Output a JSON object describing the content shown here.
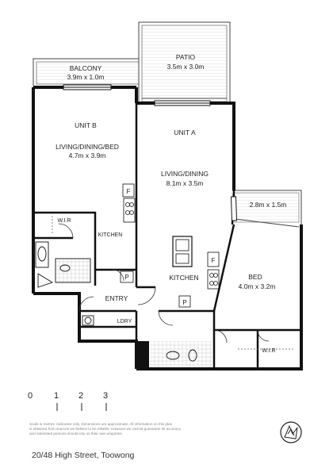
{
  "rooms": {
    "balcony": {
      "name": "BALCONY",
      "dims": "3.9m x 1.0m"
    },
    "patio": {
      "name": "PATIO",
      "dims": "3.5m x 3.0m"
    },
    "unit_b": "UNIT B",
    "unit_b_living": {
      "name": "LIVING/DINING/BED",
      "dims": "4.7m x 3.9m"
    },
    "unit_a": "UNIT A",
    "unit_a_living": {
      "name": "LIVING/DINING",
      "dims": "8.1m x 3.5m"
    },
    "small_balcony_dims": "2.8m x 1.5m",
    "bed": {
      "name": "BED",
      "dims": "4.0m x 3.2m"
    },
    "kitchen_a": "KITCHEN",
    "kitchen_b": "KITCHEN",
    "wir_b": "W.I.R",
    "wir_a": "W.I.R",
    "entry": "ENTRY",
    "lndry": "LDRY",
    "pantry_1": "P",
    "pantry_2": "P",
    "fridge_1": "F",
    "fridge_2": "F"
  },
  "scale": {
    "labels": [
      "0",
      "1",
      "2",
      "3"
    ]
  },
  "disclaimer": [
    "Scale in metres. Indicative only. Dimensions are approximate. All information on this plan",
    "is obtained from sources we believe to be reliable. However we cannot guarantee its accuracy",
    "and interested persons should rely on their own enquiries."
  ],
  "address": "20/48 High Street, Toowong",
  "logo": "compass-logo"
}
